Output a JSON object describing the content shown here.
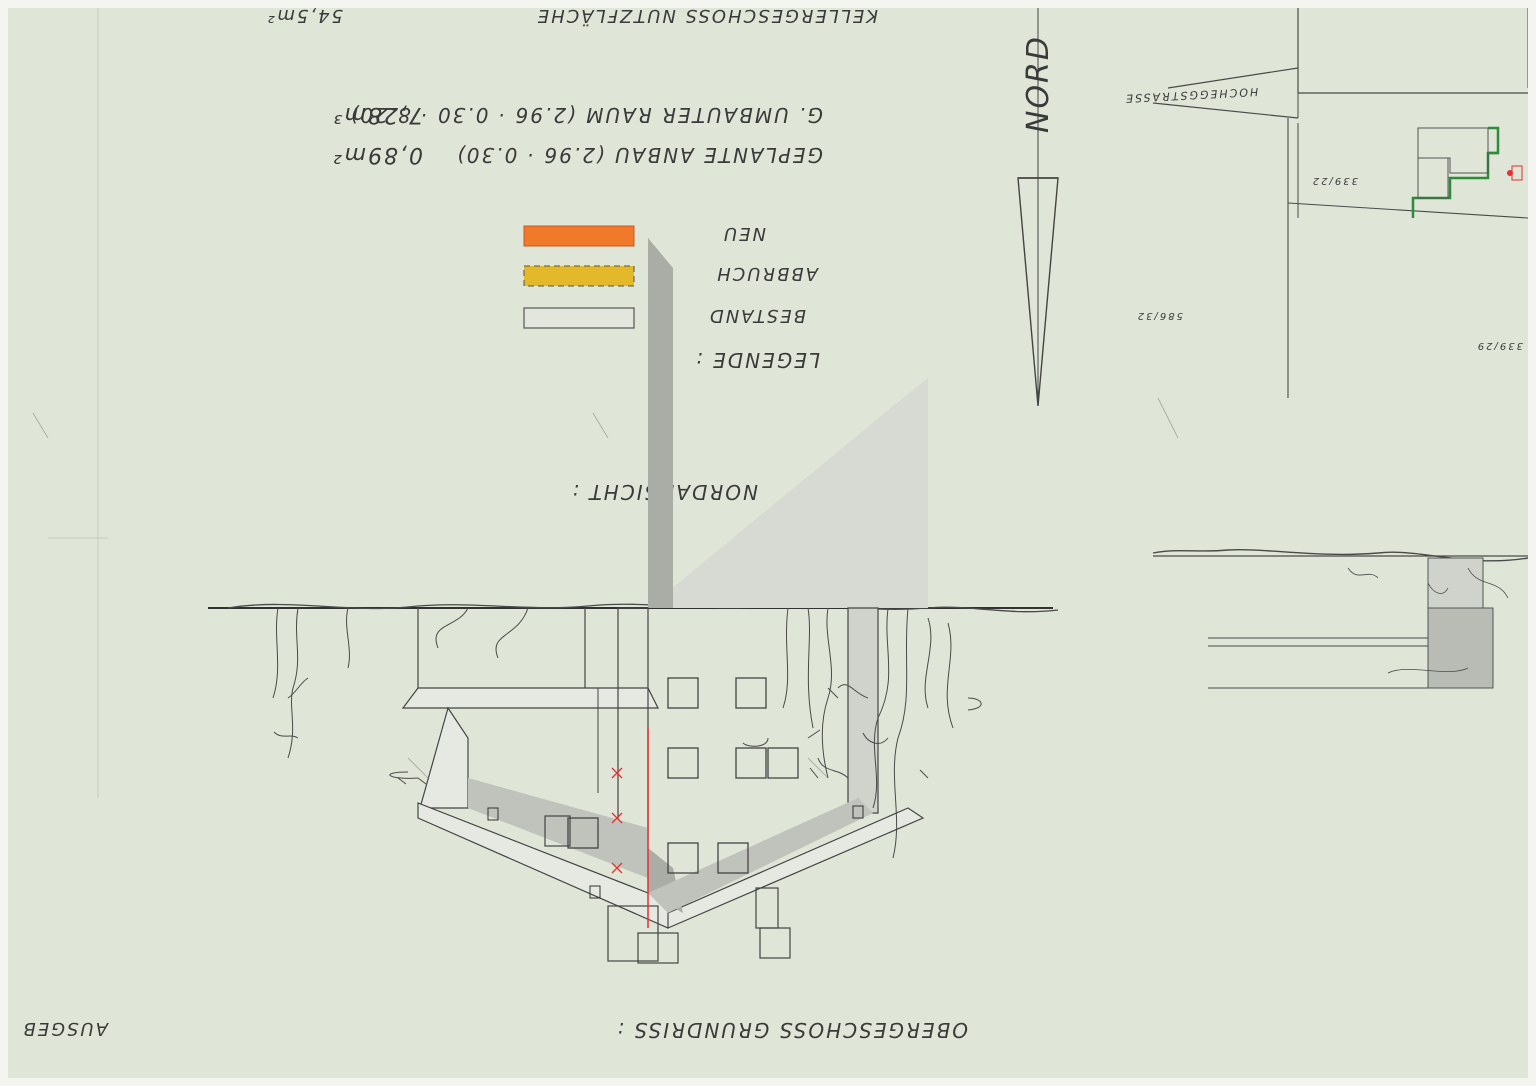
{
  "header_partial": "KELLERGESCHOSS NUTZFLÄCHE",
  "header_value_partial": "54,5m²",
  "area_calcs": [
    {
      "label": "GEPLANTE ANBAU (2.96 · 0.30)",
      "value": "0,89m²"
    },
    {
      "label": "G. UMBAUTER RAUM (2.96 · 0.30 · 8.20)",
      "value": "7,28m³"
    }
  ],
  "north_label": "NORD",
  "legend": {
    "title": "LEGENDE :",
    "items": [
      {
        "label": "NEU",
        "color": "#f07a2a"
      },
      {
        "label": "ABBRUCH",
        "color": "#e3b92a"
      },
      {
        "label": "BESTAND",
        "color": "#e2e6dc"
      }
    ]
  },
  "site_plan": {
    "street": "HOCHEGGSTRASSE",
    "parcels": [
      "339/22",
      "586/32",
      "339/29"
    ],
    "plot_lines_color": "#2e8b3a",
    "marker_color": "#e53030"
  },
  "view_title": "NORDANSICHT :",
  "plan_title": "OBERGESCHOSS GRUNDRISS :",
  "margin_text": "AUSGEB",
  "colors": {
    "paper": "#dfe5d7",
    "pencil": "#4a4a4a",
    "new_line": "#e53030",
    "shade": "#a9ada6"
  }
}
